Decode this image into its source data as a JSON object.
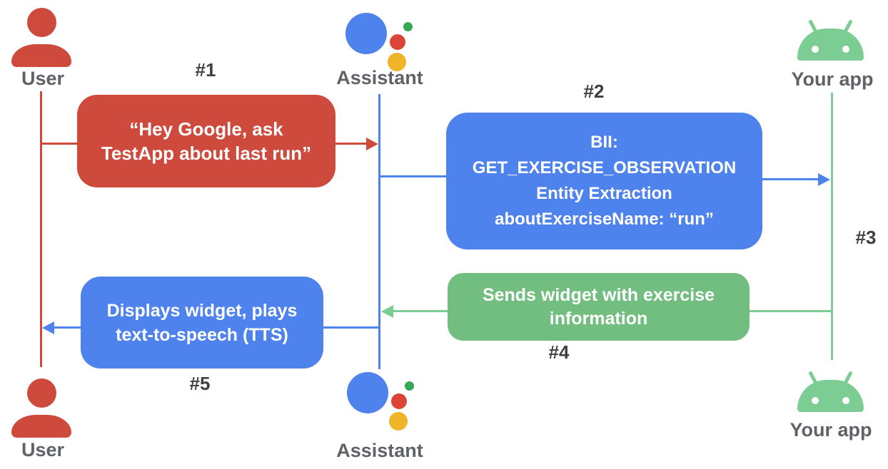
{
  "diagram": {
    "type": "sequence-diagram",
    "actors": {
      "user_top": "User",
      "assistant_top": "Assistant",
      "app_top": "Your app",
      "user_bottom": "User",
      "assistant_bottom": "Assistant",
      "app_bottom": "Your app"
    },
    "steps": {
      "s1": {
        "tag": "#1",
        "lines": [
          "“Hey Google, ask",
          "TestApp about last run”"
        ]
      },
      "s2": {
        "tag": "#2",
        "lines": [
          "BII:",
          "GET_EXERCISE_OBSERVATION",
          "Entity Extraction",
          "aboutExerciseName: “run”"
        ]
      },
      "s3": {
        "tag": "#3"
      },
      "s4": {
        "tag": "#4",
        "lines": [
          "Sends widget with exercise",
          "information"
        ]
      },
      "s5": {
        "tag": "#5",
        "lines": [
          "Displays widget, plays",
          "text-to-speech (TTS)"
        ]
      }
    },
    "colors": {
      "red": "#CD4A3D",
      "blue": "#4E82EC",
      "green_box": "#72BD80",
      "android_green": "#7BCD93",
      "actor_label_gray": "#5F6368",
      "step_tag_gray": "#3C4043"
    }
  }
}
